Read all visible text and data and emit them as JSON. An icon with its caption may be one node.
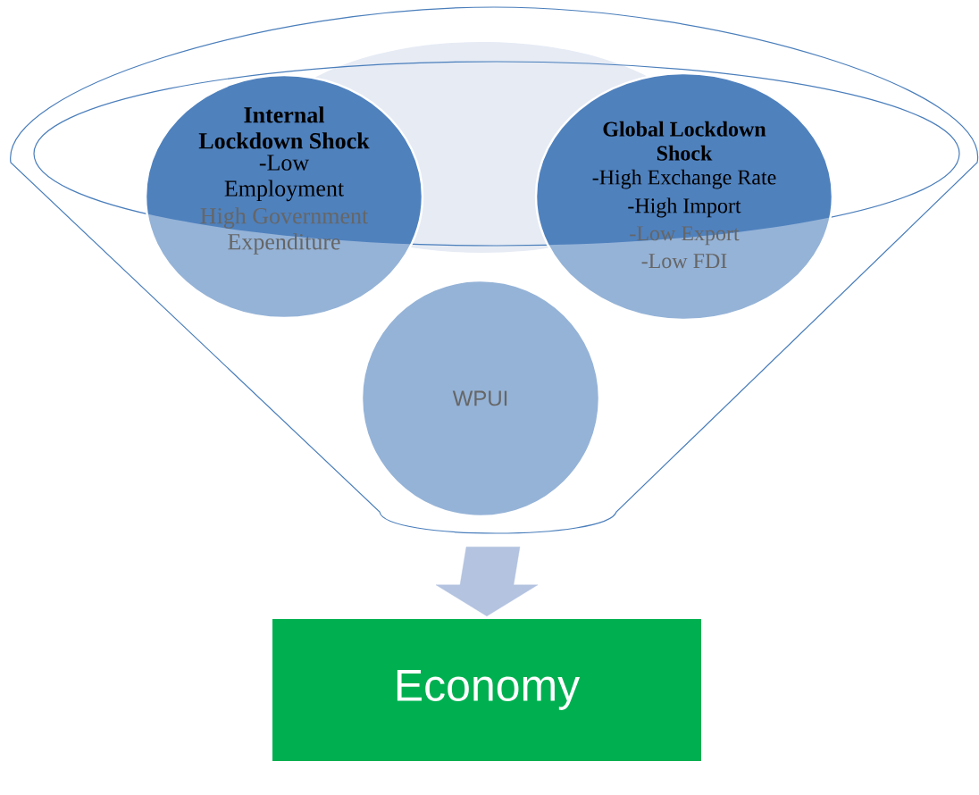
{
  "diagram": {
    "nodes": [
      {
        "text": [],
        "shape": "funnel"
      },
      {
        "text": [
          "Internal Lockdown Shock",
          "-Low Employment",
          "High Government Expenditure"
        ],
        "in": 0
      },
      {
        "text": [
          "Global Lockdown Shock",
          "-High Exchange Rate",
          "-High Import",
          "-Low Export",
          "-Low FDI"
        ],
        "in": 0
      },
      {
        "text": [
          "WPUI"
        ],
        "in": 0
      },
      {
        "text": [
          "Economy"
        ]
      }
    ],
    "edges": [
      {
        "from": 0,
        "to": 4,
        "arrow": "to"
      }
    ]
  }
}
